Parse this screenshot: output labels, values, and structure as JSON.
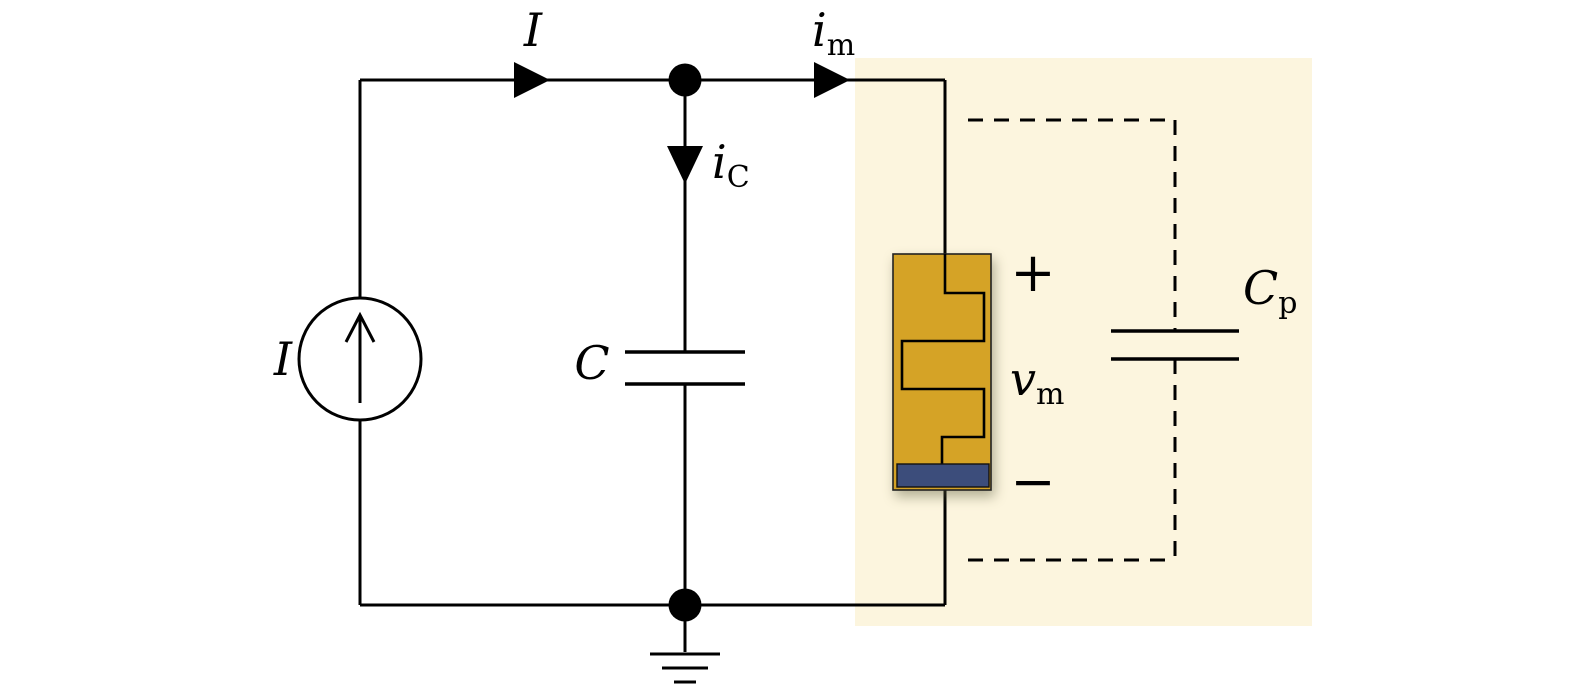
{
  "figure": {
    "kind": "memristor-rc-circuit-diagram",
    "colors": {
      "highlight_region": "#FCF5DE",
      "wire": "#000000",
      "memristor_body": "#D5A326",
      "memristor_electrode": "#3C4D7B"
    },
    "labels": {
      "source_current": "I",
      "loop_current": "I",
      "cap_current_base": "i",
      "cap_current_sub": "C",
      "mem_current_base": "i",
      "mem_current_sub": "m",
      "capacitor": "C",
      "mem_voltage_base": "v",
      "mem_voltage_sub": "m",
      "plus": "+",
      "minus": "−",
      "parasitic_cap_base": "C",
      "parasitic_cap_sub": "p"
    },
    "components": [
      "current-source",
      "capacitor-C",
      "memristor",
      "parasitic-capacitor-Cp",
      "ground"
    ]
  }
}
